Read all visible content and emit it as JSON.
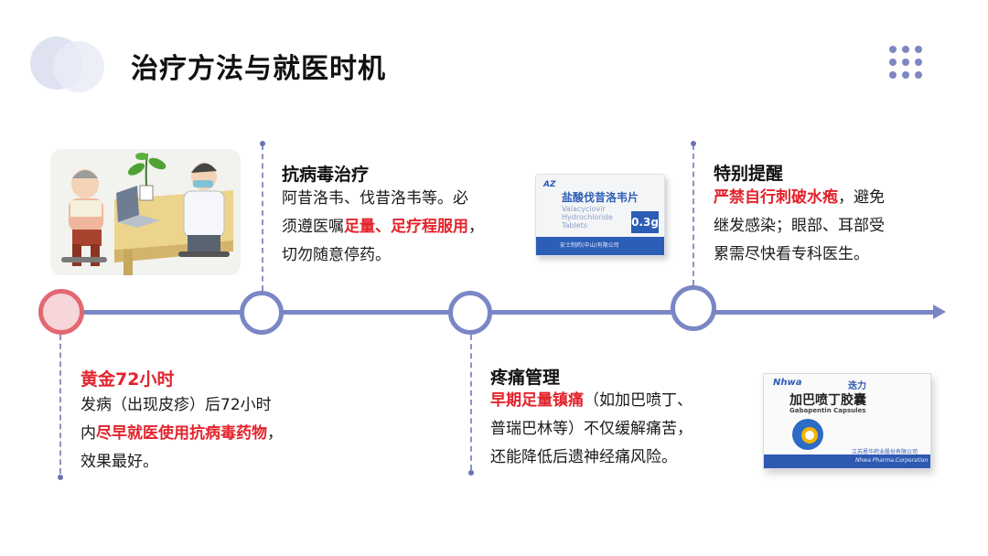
{
  "header": {
    "title": "治疗方法与就医时机"
  },
  "colors": {
    "accent": "#7b86c4",
    "highlight": "#e3232c",
    "first_node": "#e26872"
  },
  "items": [
    {
      "title": "黄金72小时",
      "lines": [
        [
          {
            "t": "发病（出现皮疹）后72小时",
            "hl": false
          }
        ],
        [
          {
            "t": "内",
            "hl": false
          },
          {
            "t": "尽早就医使用抗病毒药物",
            "hl": true
          },
          {
            "t": "，",
            "hl": false
          }
        ],
        [
          {
            "t": "效果最好。",
            "hl": false
          }
        ]
      ]
    },
    {
      "title": "抗病毒治疗",
      "lines": [
        [
          {
            "t": "阿昔洛韦、伐昔洛韦等。必",
            "hl": false
          }
        ],
        [
          {
            "t": "须遵医嘱",
            "hl": false
          },
          {
            "t": "足量、足疗程服用",
            "hl": true
          },
          {
            "t": "，",
            "hl": false
          }
        ],
        [
          {
            "t": "切勿随意停药。",
            "hl": false
          }
        ]
      ]
    },
    {
      "title": "疼痛管理",
      "lines": [
        [
          {
            "t": "早期足量镇痛",
            "hl": true
          },
          {
            "t": "（如加巴喷丁、",
            "hl": false
          }
        ],
        [
          {
            "t": "普瑞巴林等）不仅缓解痛苦，",
            "hl": false
          }
        ],
        [
          {
            "t": "还能降低后遗神经痛风险。",
            "hl": false
          }
        ]
      ]
    },
    {
      "title": "特别提醒",
      "lines": [
        [
          {
            "t": "严禁自行刺破水疱",
            "hl": true
          },
          {
            "t": "，避免",
            "hl": false
          }
        ],
        [
          {
            "t": "继发感染；眼部、耳部受",
            "hl": false
          }
        ],
        [
          {
            "t": "累需尽快看专科医生。",
            "hl": false
          }
        ]
      ]
    }
  ],
  "products": {
    "valacyclovir": {
      "brand": "AZ",
      "name_cn": "盐酸伐昔洛韦片",
      "name_en_1": "Valacyclovir",
      "name_en_2": "Hydrochloride",
      "name_en_3": "Tablets",
      "dose": "0.3g",
      "maker": "安士制药(中山)有限公司"
    },
    "gabapentin": {
      "brand": "Nhwa",
      "brand_cn": "迭力",
      "name_cn": "加巴喷丁胶囊",
      "name_en": "Gabapentin Capsules",
      "maker_cn": "江苏恩华药业股份有限公司",
      "maker_en": "Nhwa Pharma.Corporation"
    }
  }
}
